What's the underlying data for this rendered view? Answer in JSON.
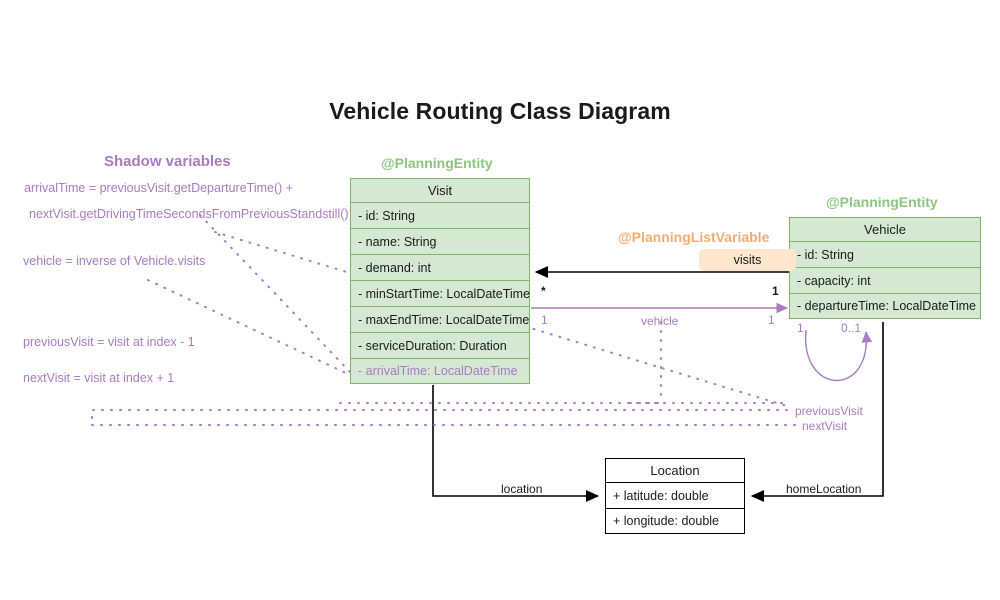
{
  "title": "Vehicle Routing Class Diagram",
  "colors": {
    "entity_green_fill": "#d5e8d4",
    "entity_green_border": "#82b366",
    "stereotype_green": "#8cc77f",
    "stereotype_orange": "#f2ac76",
    "badge_orange_fill": "#ffe6cc",
    "shadow_purple": "#a87cbf",
    "edge_black": "#000000",
    "plain_fill": "#ffffff"
  },
  "shadow_section": {
    "heading": "Shadow variables",
    "lines": [
      "arrivalTime = previousVisit.getDepartureTime() +",
      "nextVisit.getDrivingTimeSecondsFromPreviousStandstill()",
      "vehicle = inverse of Vehicle.visits",
      "previousVisit = visit at index - 1",
      "nextVisit = visit at index + 1"
    ]
  },
  "classes": {
    "visit": {
      "stereotype": "@PlanningEntity",
      "name": "Visit",
      "attributes": [
        {
          "text": "- id: String",
          "shadow": false
        },
        {
          "text": "- name: String",
          "shadow": false
        },
        {
          "text": "- demand: int",
          "shadow": false
        },
        {
          "text": "- minStartTime: LocalDateTime",
          "shadow": false
        },
        {
          "text": "- maxEndTime: LocalDateTime",
          "shadow": false
        },
        {
          "text": "- serviceDuration: Duration",
          "shadow": false
        },
        {
          "text": "- arrivalTime: LocalDateTime",
          "shadow": true
        }
      ]
    },
    "vehicle": {
      "stereotype": "@PlanningEntity",
      "name": "Vehicle",
      "attributes": [
        {
          "text": "- id: String",
          "shadow": false
        },
        {
          "text": "- capacity: int",
          "shadow": false
        },
        {
          "text": "- departureTime: LocalDateTime",
          "shadow": false
        }
      ]
    },
    "location": {
      "name": "Location",
      "attributes": [
        {
          "text": "+ latitude: double",
          "shadow": false
        },
        {
          "text": "+ longitude: double",
          "shadow": false
        }
      ]
    }
  },
  "annotations": {
    "list_variable_stereotype": "@PlanningListVariable",
    "visits_badge": "visits"
  },
  "edges": {
    "visits": {
      "label": "visits",
      "source_mult": "1",
      "target_mult": "*"
    },
    "vehicle": {
      "label": "vehicle",
      "source_mult": "1",
      "target_mult": "1"
    },
    "location": {
      "label": "location"
    },
    "home_location": {
      "label": "homeLocation"
    },
    "previous_visit": {
      "label": "previousVisit"
    },
    "next_visit": {
      "label": "nextVisit"
    },
    "vehicle_self_loop": {
      "source_mult": "1",
      "target_mult": "0..1"
    },
    "vehicle_left_mult": "1"
  }
}
